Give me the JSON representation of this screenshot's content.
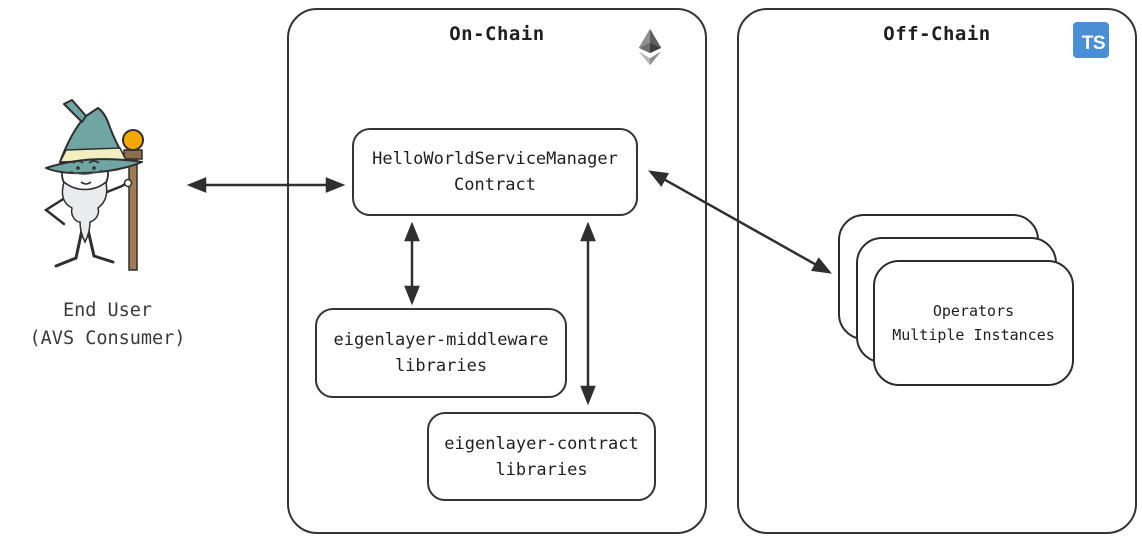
{
  "diagram": {
    "on_chain": {
      "title": "On-Chain",
      "service_manager": {
        "line1": "HelloWorldServiceManager",
        "line2": "Contract"
      },
      "middleware": {
        "line1": "eigenlayer-middleware",
        "line2": "libraries"
      },
      "contract_libraries": {
        "line1": "eigenlayer-contract",
        "line2": "libraries"
      }
    },
    "off_chain": {
      "title": "Off-Chain",
      "typescript_badge": "TS",
      "operators": {
        "line1": "Operators",
        "line2": "Multiple Instances"
      }
    },
    "end_user": {
      "line1": "End User",
      "line2": "(AVS Consumer)"
    },
    "icons": {
      "ethereum": "ethereum-logo",
      "typescript": "typescript-logo",
      "wizard": "wizard-end-user"
    }
  },
  "colors": {
    "border": "#343434",
    "text": "#1f1f1f",
    "arrow": "#2f2f2f",
    "typescript_blue": "#4a8fd5",
    "wizard_hat_teal": "#6fa5a3",
    "hat_band_yellow": "#f1eec0",
    "staff_brown": "#a07c55",
    "orb_orange": "#f6a700",
    "beard_gray": "#e9ebef",
    "ethereum_gray_dark": "#5f5f5f",
    "ethereum_gray_light": "#b5b5b5"
  }
}
